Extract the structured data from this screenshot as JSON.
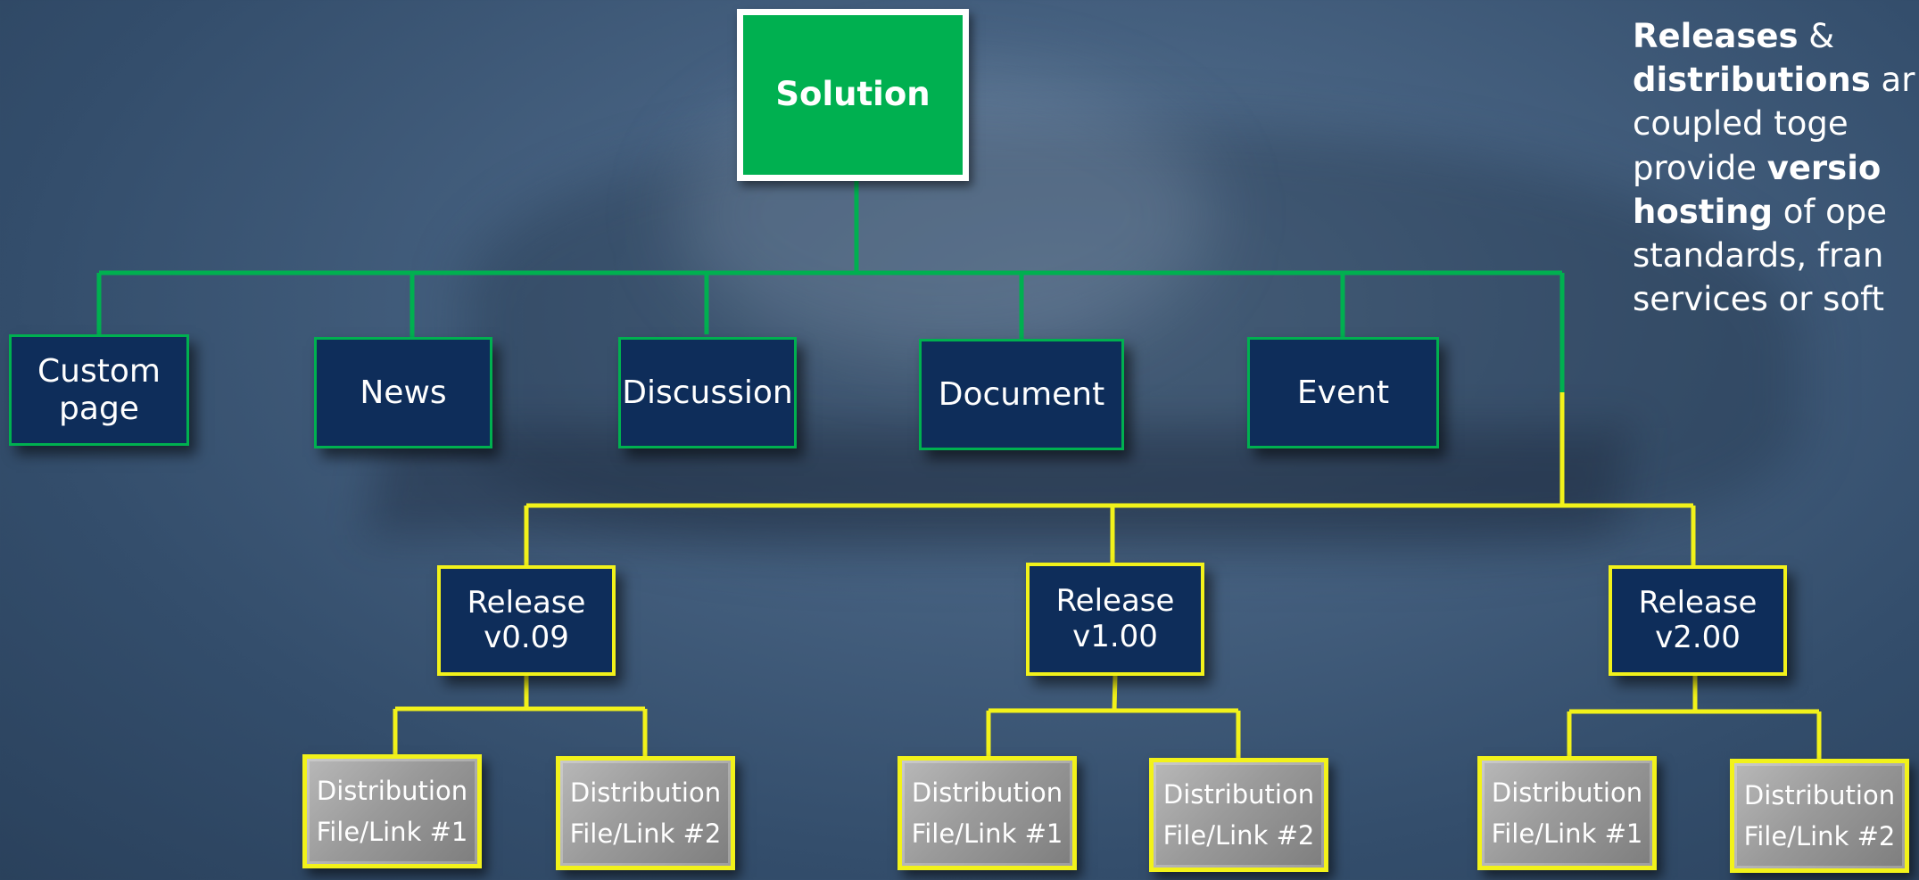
{
  "colors": {
    "green": "#00b050",
    "yellow": "#f2f21a",
    "navy": "#0e2d5a",
    "gray": "#9a9a9a",
    "white": "#ffffff"
  },
  "root": {
    "label": "Solution"
  },
  "sections": [
    {
      "label": "Custom\npage"
    },
    {
      "label": "News"
    },
    {
      "label": "Discussion"
    },
    {
      "label": "Document"
    },
    {
      "label": "Event"
    }
  ],
  "releases": [
    {
      "label": "Release\nv0.09",
      "distributions": [
        "Distribution\nFile/Link #1",
        "Distribution\nFile/Link #2"
      ]
    },
    {
      "label": "Release\nv1.00",
      "distributions": [
        "Distribution\nFile/Link #1",
        "Distribution\nFile/Link #2"
      ]
    },
    {
      "label": "Release\nv2.00",
      "distributions": [
        "Distribution\nFile/Link #1",
        "Distribution\nFile/Link #2"
      ]
    }
  ],
  "note": {
    "line1_bold": "Releases",
    "line1_rest": " &",
    "line2_bold": "distributions",
    "line2_rest": " ar",
    "line3": "coupled toge",
    "line4_pre": "provide ",
    "line4_bold": "versio",
    "line5_bold": "hosting",
    "line5_rest": " of ope",
    "line6": "standards, fran",
    "line7": "services or soft"
  }
}
